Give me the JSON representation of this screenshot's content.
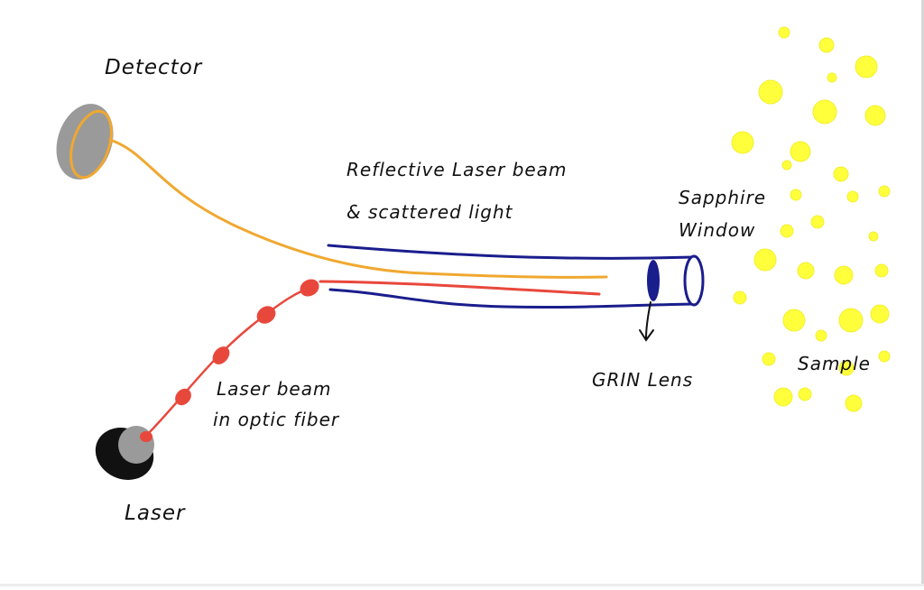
{
  "labels": {
    "detector": "Detector",
    "reflective_line1": "Reflective Laser beam",
    "reflective_line2": "& scattered light",
    "sapphire_line1": "Sapphire",
    "sapphire_line2": "Window",
    "grin_lens": "GRIN Lens",
    "sample": "Sample",
    "laser_beam_line1": "Laser beam",
    "laser_beam_line2": "in optic fiber",
    "laser": "Laser"
  },
  "colors": {
    "return_fiber": "#f0a830",
    "laser_beam": "#e8483c",
    "probe_tube": "#1a1d8c",
    "sample_particles": "#ffff3c",
    "detector_body": "#9a9a9a",
    "laser_body": "#111111"
  },
  "icons": {
    "detector": "detector-ring-icon",
    "laser": "laser-source-icon",
    "grin_pointer": "down-arrow-icon"
  }
}
